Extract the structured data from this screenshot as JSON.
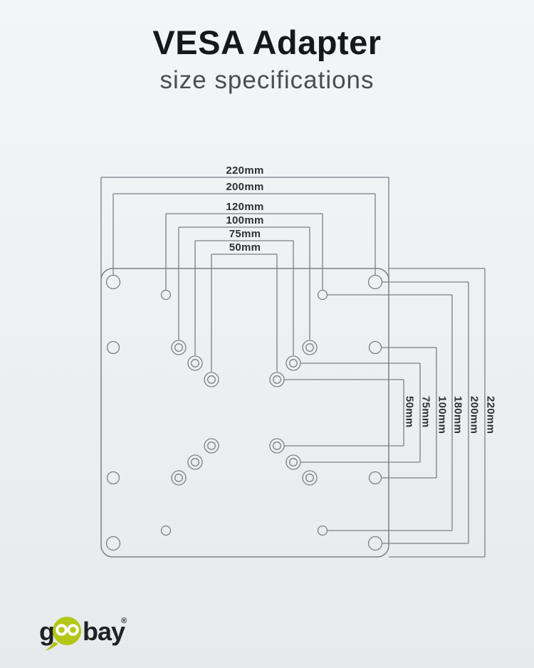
{
  "header": {
    "title": "VESA Adapter",
    "subtitle": "size specifications"
  },
  "diagram": {
    "horizontal_dimensions": [
      {
        "label": "220mm",
        "value_mm": 220
      },
      {
        "label": "200mm",
        "value_mm": 200
      },
      {
        "label": "120mm",
        "value_mm": 120
      },
      {
        "label": "100mm",
        "value_mm": 100
      },
      {
        "label": "75mm",
        "value_mm": 75
      },
      {
        "label": "50mm",
        "value_mm": 50
      }
    ],
    "vertical_dimensions": [
      {
        "label": "50mm",
        "value_mm": 50
      },
      {
        "label": "75mm",
        "value_mm": 75
      },
      {
        "label": "100mm",
        "value_mm": 100
      },
      {
        "label": "180mm",
        "value_mm": 180
      },
      {
        "label": "200mm",
        "value_mm": 200
      },
      {
        "label": "220mm",
        "value_mm": 220
      }
    ],
    "line_color": "#7b8085",
    "label_color": "#2f3032"
  },
  "brand": {
    "prefix": "g",
    "suffix": "bay",
    "registered_mark": "®",
    "bubble_color": "#b3c716",
    "text_color": "#202124"
  }
}
